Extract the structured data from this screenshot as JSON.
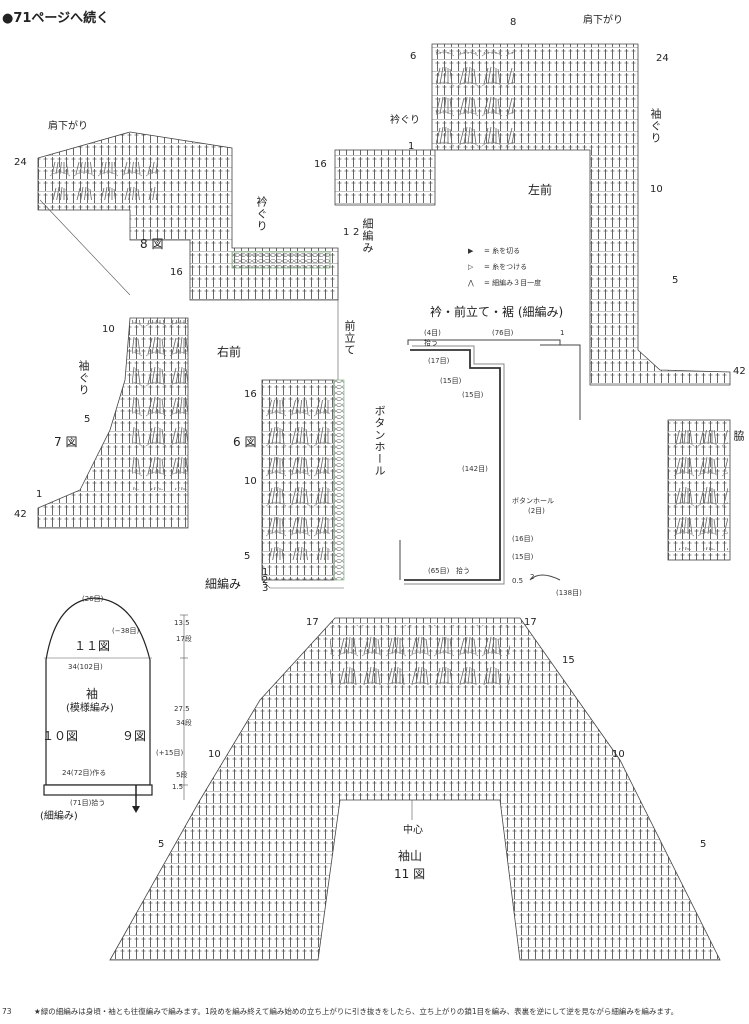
{
  "header": {
    "continue_title": "●71ページへ続く"
  },
  "footer": {
    "page_number": "73",
    "note": "★緑の細編みは身頃・袖とも往復編みで編みます。1段めを編み終えて編み始めの立ち上がりに引き抜きをしたら、立ち上がりの鎖1目を編み、表裏を逆にして逆を見ながら細編みを編みます。"
  },
  "diagram_8": {
    "label": "8 図",
    "shoulder": "肩下がり",
    "collar": "衿ぐり",
    "row24": "24",
    "row16": "16",
    "row1": "1",
    "row2": "2"
  },
  "diagram_7": {
    "label": "7 図",
    "armhole": "袖ぐり",
    "row10": "10",
    "row5": "5",
    "row1": "1",
    "row42": "42"
  },
  "diagram_6": {
    "label": "6 図",
    "right_front": "右前",
    "placket": "前立て",
    "buttonhole": "ボタンホール",
    "sc_label": "細編み",
    "row16": "16",
    "row10": "10",
    "row5": "5",
    "row1": "1",
    "row2": "2",
    "row3": "3",
    "hosoami": "細編み"
  },
  "diagram_left_front": {
    "shoulder": "肩下がり",
    "collar": "衿ぐり",
    "left_front": "左前",
    "armhole": "袖ぐり",
    "side": "脇",
    "row8": "8",
    "row6": "6",
    "row24": "24",
    "row16": "16",
    "row1": "1",
    "row10": "10",
    "row5": "5",
    "row42": "42"
  },
  "legend": {
    "cut": "= 糸を切る",
    "attach": "= 糸をつける",
    "dec": "= 細編み３目一度"
  },
  "collar_schematic": {
    "title": "衿・前立て・裾 (細編み)",
    "m4": "(4目)",
    "p4": "拾う",
    "m76": "(76目)",
    "m17": "(17目)",
    "m15a": "(15目)",
    "m15b": "(15目)",
    "m142": "(142目)",
    "buttonhole": "ボタンホール",
    "bh2": "(2目)",
    "m16": "(16目)",
    "m15c": "(15目)",
    "m65": "(65目)",
    "pickup": "拾う",
    "m138": "(138目)",
    "row1": "1",
    "row2": "2",
    "dim05": "0.5"
  },
  "sleeve_schematic": {
    "top": "(26目)",
    "fig11": "１１図",
    "m38": "(−38目)",
    "width": "34(102目)",
    "sleeve": "袖",
    "pattern": "(模様編み)",
    "fig10": "１０図",
    "fig9": "９図",
    "m15": "(+15目)",
    "cuff": "24(72目)作る",
    "m71": "(71目)拾う",
    "sc": "(細編み)",
    "d135": "13.5",
    "d17": "17段",
    "d275": "27.5",
    "d34": "34段",
    "d15": "1.5",
    "d5": "5段"
  },
  "diagram_11": {
    "cap": "袖山",
    "label": "11 図",
    "center": "中心",
    "row17": "17",
    "row15": "15",
    "row10": "10",
    "row5": "5"
  }
}
